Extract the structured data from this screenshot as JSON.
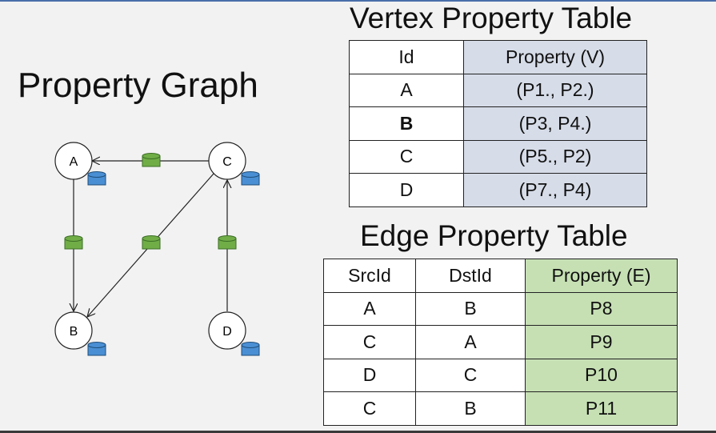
{
  "graph": {
    "title": "Property Graph",
    "vertices": [
      {
        "label": "A"
      },
      {
        "label": "C"
      },
      {
        "label": "B"
      },
      {
        "label": "D"
      }
    ]
  },
  "vertex_table": {
    "title": "Vertex Property Table",
    "headers": [
      "Id",
      "Property (V)"
    ],
    "rows": [
      [
        "A",
        "(P1., P2.)"
      ],
      [
        "B",
        "(P3, P4.)"
      ],
      [
        "C",
        "(P5., P2)"
      ],
      [
        "D",
        "(P7., P4)"
      ]
    ]
  },
  "edge_table": {
    "title": "Edge Property Table",
    "headers": [
      "SrcId",
      "DstId",
      "Property (E)"
    ],
    "rows": [
      [
        "A",
        "B",
        "P8"
      ],
      [
        "C",
        "A",
        "P9"
      ],
      [
        "D",
        "C",
        "P10"
      ],
      [
        "C",
        "B",
        "P11"
      ]
    ]
  },
  "colors": {
    "vertex_property_fill": "#d6dce8",
    "edge_property_fill": "#c6e0b4",
    "vertex_store_icon": "#4a8fd4",
    "edge_store_icon": "#70ad47"
  }
}
